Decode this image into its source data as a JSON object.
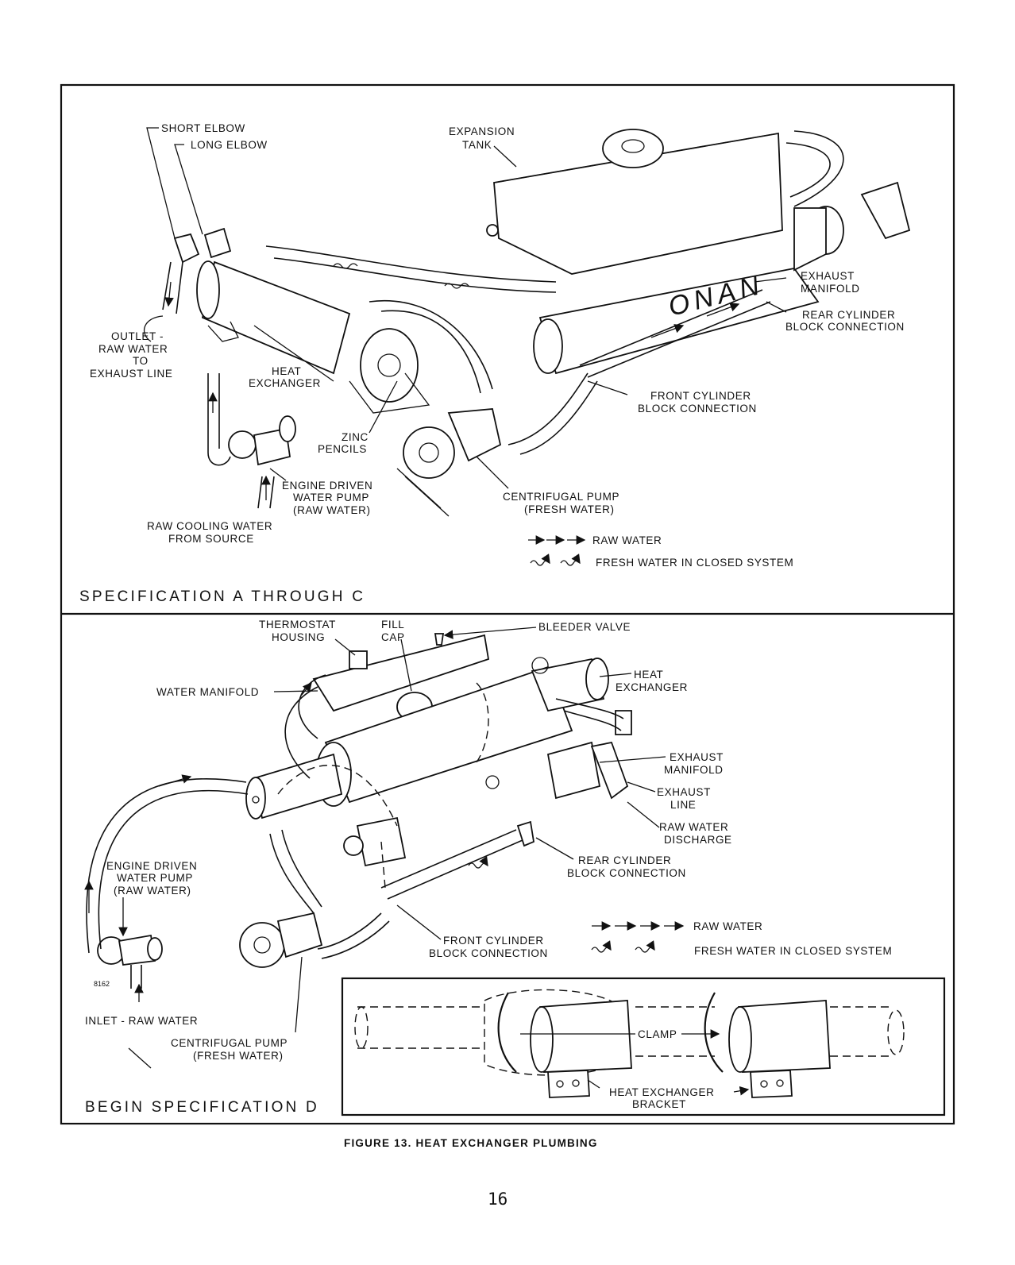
{
  "figure": {
    "caption": "FIGURE 13. HEAT EXCHANGER PLUMBING",
    "page_number": "16"
  },
  "panel_top": {
    "spec_title": "SPECIFICATION A THROUGH C",
    "labels": {
      "short_elbow": "SHORT ELBOW",
      "long_elbow": "LONG ELBOW",
      "expansion": "EXPANSION",
      "tank": "TANK",
      "outlet_1": "OUTLET -",
      "outlet_2": "RAW WATER",
      "outlet_3": "TO",
      "outlet_4": "EXHAUST LINE",
      "heat_1": "HEAT",
      "heat_2": "EXCHANGER",
      "zinc_1": "ZINC",
      "zinc_2": "PENCILS",
      "exhaust_1": "EXHAUST",
      "exhaust_2": "MANIFOLD",
      "rear_1": "REAR CYLINDER",
      "rear_2": "BLOCK CONNECTION",
      "front_1": "FRONT CYLINDER",
      "front_2": "BLOCK CONNECTION",
      "pump_1": "ENGINE DRIVEN",
      "pump_2": "WATER PUMP",
      "pump_3": "(RAW WATER)",
      "raw_1": "RAW COOLING WATER",
      "raw_2": "FROM SOURCE",
      "cent_1": "CENTRIFUGAL PUMP",
      "cent_2": "(FRESH WATER)",
      "brand": "ONAN"
    },
    "legend": {
      "raw": "RAW WATER",
      "fresh": "FRESH WATER IN CLOSED SYSTEM"
    }
  },
  "panel_bottom": {
    "spec_title": "BEGIN SPECIFICATION D",
    "labels": {
      "thermo_1": "THERMOSTAT",
      "thermo_2": "HOUSING",
      "fill_1": "FILL",
      "fill_2": "CAP",
      "bleeder": "BLEEDER VALVE",
      "heat_1": "HEAT",
      "heat_2": "EXCHANGER",
      "water_manifold": "WATER MANIFOLD",
      "exhaust_1": "EXHAUST",
      "exhaust_2": "MANIFOLD",
      "exline_1": "EXHAUST",
      "exline_2": "LINE",
      "rawdis_1": "RAW WATER",
      "rawdis_2": "DISCHARGE",
      "rear_1": "REAR CYLINDER",
      "rear_2": "BLOCK CONNECTION",
      "pump_1": "ENGINE DRIVEN",
      "pump_2": "WATER PUMP",
      "pump_3": "(RAW WATER)",
      "front_1": "FRONT CYLINDER",
      "front_2": "BLOCK CONNECTION",
      "code": "8162",
      "inlet": "INLET - RAW WATER",
      "cent_1": "CENTRIFUGAL PUMP",
      "cent_2": "(FRESH WATER)"
    },
    "legend": {
      "raw": "RAW WATER",
      "fresh": "FRESH WATER IN CLOSED SYSTEM"
    },
    "inset": {
      "clamp": "CLAMP",
      "bracket_1": "HEAT EXCHANGER",
      "bracket_2": "BRACKET"
    }
  }
}
